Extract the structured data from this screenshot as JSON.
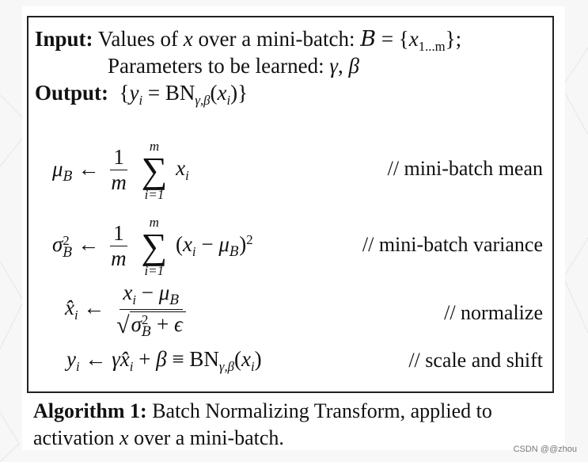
{
  "algorithm": {
    "input_label": "Input:",
    "input_text": "Values of",
    "input_var": "x",
    "input_text2": "over a mini-batch:",
    "batch_symbol": "B",
    "batch_eq": "= {",
    "batch_x": "x",
    "batch_sub": "1...m",
    "batch_close": "};",
    "params_text": "Parameters to be learned:",
    "gamma": "γ",
    "comma": ",",
    "beta": "β",
    "output_label": "Output:",
    "output_open": "{",
    "output_y": "y",
    "output_i": "i",
    "output_eq": "=",
    "bn": "BN",
    "bn_sub": "γ,β",
    "bn_arg_open": "(",
    "bn_arg_x": "x",
    "bn_arg_i": "i",
    "bn_arg_close": ")",
    "output_close": "}",
    "steps": [
      {
        "lhs_var": "μ",
        "lhs_sub": "B",
        "arrow": "←",
        "frac_num": "1",
        "frac_den": "m",
        "sum_top": "m",
        "sum_sym": "∑",
        "sum_bot": "i=1",
        "term": "x",
        "term_sub": "i",
        "comment": "// mini-batch mean"
      },
      {
        "lhs_var": "σ",
        "lhs_sup": "2",
        "lhs_sub": "B",
        "arrow": "←",
        "frac_num": "1",
        "frac_den": "m",
        "sum_top": "m",
        "sum_sym": "∑",
        "sum_bot": "i=1",
        "term_open": "(",
        "term_x": "x",
        "term_i": "i",
        "term_minus": "−",
        "term_mu": "μ",
        "term_mu_sub": "B",
        "term_close": ")",
        "term_sup": "2",
        "comment": "// mini-batch variance"
      },
      {
        "lhs_hat": "x̂",
        "lhs_sub": "i",
        "arrow": "←",
        "num_x": "x",
        "num_i": "i",
        "num_minus": "−",
        "num_mu": "μ",
        "num_mu_sub": "B",
        "sqrt_sym": "√",
        "den_sigma": "σ",
        "den_sup": "2",
        "den_sub": "B",
        "den_plus": "+",
        "den_eps": "ϵ",
        "comment": "// normalize"
      },
      {
        "lhs_y": "y",
        "lhs_sub": "i",
        "arrow": "←",
        "gamma": "γ",
        "xhat": "x̂",
        "xhat_sub": "i",
        "plus": "+",
        "beta": "β",
        "equiv": "≡",
        "bn": "BN",
        "bn_sub": "γ,β",
        "arg_open": "(",
        "arg_x": "x",
        "arg_i": "i",
        "arg_close": ")",
        "comment": "// scale and shift"
      }
    ]
  },
  "caption": {
    "label": "Algorithm 1:",
    "text1": "Batch Normalizing Transform, applied to",
    "text2a": "activation",
    "var": "x",
    "text2b": "over a mini-batch."
  },
  "watermark": "CSDN @@zhou"
}
